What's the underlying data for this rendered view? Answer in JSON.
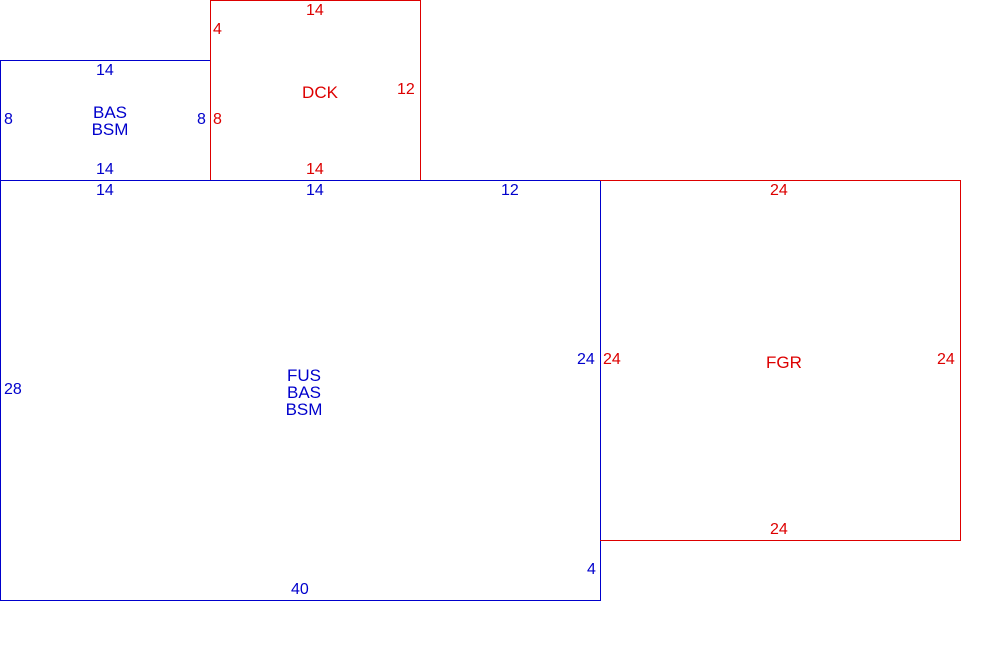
{
  "colors": {
    "blue": "#0000cc",
    "red": "#dd0000",
    "background": "#ffffff"
  },
  "sections": {
    "bas_bsm": {
      "codes": [
        "BAS",
        "BSM"
      ],
      "dims": {
        "top": "14",
        "bottom": "14",
        "left": "8",
        "right": "8"
      }
    },
    "dck": {
      "codes": [
        "DCK"
      ],
      "dims": {
        "top": "14",
        "bottom": "14",
        "left_top": "4",
        "left": "8",
        "right": "12"
      }
    },
    "fus_bas_bsm": {
      "codes": [
        "FUS",
        "BAS",
        "BSM"
      ],
      "dims": {
        "top_left": "14",
        "top_mid": "14",
        "top_right": "12",
        "left": "28",
        "right_upper": "24",
        "right_lower": "4",
        "bottom": "40"
      }
    },
    "fgr": {
      "codes": [
        "FGR"
      ],
      "dims": {
        "top": "24",
        "bottom": "24",
        "left": "24",
        "right": "24"
      }
    }
  }
}
